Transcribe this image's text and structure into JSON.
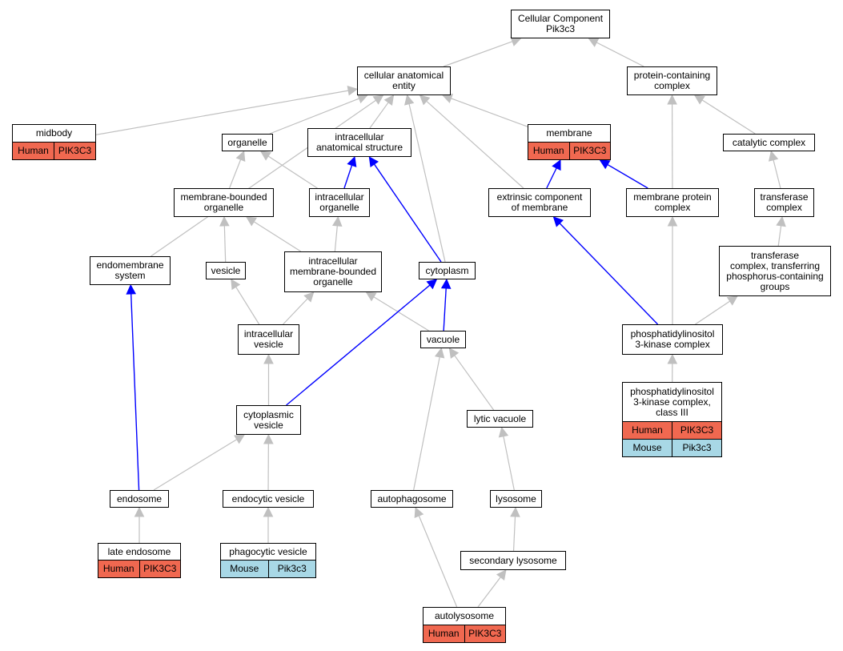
{
  "colors": {
    "is_a": "#c0c0c0",
    "part_of": "#0000ff",
    "human": "#f06850",
    "mouse": "#a8d8e6"
  },
  "nodes": {
    "root": {
      "label": "Cellular Component\nPik3c3"
    },
    "cae": {
      "label": "cellular anatomical\nentity"
    },
    "pcc": {
      "label": "protein-containing\ncomplex"
    },
    "midbody": {
      "label": "midbody",
      "annotations": [
        {
          "species": "Human",
          "gene": "PIK3C3"
        }
      ]
    },
    "organelle": {
      "label": "organelle"
    },
    "ias": {
      "label": "intracellular\nanatomical structure"
    },
    "membrane": {
      "label": "membrane",
      "annotations": [
        {
          "species": "Human",
          "gene": "PIK3C3"
        }
      ]
    },
    "catcomplex": {
      "label": "catalytic complex"
    },
    "mbo": {
      "label": "membrane-bounded\norganelle"
    },
    "io": {
      "label": "intracellular\norganelle"
    },
    "ecm": {
      "label": "extrinsic component\nof membrane"
    },
    "mpc": {
      "label": "membrane protein\ncomplex"
    },
    "tc": {
      "label": "transferase\ncomplex"
    },
    "ems": {
      "label": "endomembrane\nsystem"
    },
    "vesicle": {
      "label": "vesicle"
    },
    "imbo": {
      "label": "intracellular\nmembrane-bounded\norganelle"
    },
    "cytoplasm": {
      "label": "cytoplasm"
    },
    "tcp": {
      "label": "transferase\ncomplex, transferring\nphosphorus-containing\ngroups"
    },
    "iv": {
      "label": "intracellular\nvesicle"
    },
    "vacuole": {
      "label": "vacuole"
    },
    "pi3k": {
      "label": "phosphatidylinositol\n3-kinase complex"
    },
    "cv": {
      "label": "cytoplasmic\nvesicle"
    },
    "lv": {
      "label": "lytic vacuole"
    },
    "pi3k3": {
      "label": "phosphatidylinositol\n3-kinase complex,\nclass III",
      "annotations": [
        {
          "species": "Human",
          "gene": "PIK3C3"
        },
        {
          "species": "Mouse",
          "gene": "Pik3c3"
        }
      ]
    },
    "endosome": {
      "label": "endosome"
    },
    "ecv": {
      "label": "endocytic vesicle"
    },
    "autophagosome": {
      "label": "autophagosome"
    },
    "lysosome": {
      "label": "lysosome"
    },
    "le": {
      "label": "late endosome",
      "annotations": [
        {
          "species": "Human",
          "gene": "PIK3C3"
        }
      ]
    },
    "phv": {
      "label": "phagocytic vesicle",
      "annotations": [
        {
          "species": "Mouse",
          "gene": "Pik3c3"
        }
      ]
    },
    "sl": {
      "label": "secondary lysosome"
    },
    "autolysosome": {
      "label": "autolysosome",
      "annotations": [
        {
          "species": "Human",
          "gene": "PIK3C3"
        }
      ]
    }
  },
  "edges": [
    {
      "from": "cae",
      "to": "root",
      "type": "is_a"
    },
    {
      "from": "pcc",
      "to": "root",
      "type": "is_a"
    },
    {
      "from": "midbody",
      "to": "cae",
      "type": "is_a"
    },
    {
      "from": "organelle",
      "to": "cae",
      "type": "is_a"
    },
    {
      "from": "ias",
      "to": "cae",
      "type": "is_a"
    },
    {
      "from": "membrane",
      "to": "cae",
      "type": "is_a"
    },
    {
      "from": "ems",
      "to": "cae",
      "type": "is_a"
    },
    {
      "from": "cytoplasm",
      "to": "cae",
      "type": "is_a"
    },
    {
      "from": "ecm",
      "to": "cae",
      "type": "is_a"
    },
    {
      "from": "catcomplex",
      "to": "pcc",
      "type": "is_a"
    },
    {
      "from": "mpc",
      "to": "pcc",
      "type": "is_a"
    },
    {
      "from": "mbo",
      "to": "organelle",
      "type": "is_a"
    },
    {
      "from": "io",
      "to": "organelle",
      "type": "is_a"
    },
    {
      "from": "io",
      "to": "ias",
      "type": "part_of"
    },
    {
      "from": "cytoplasm",
      "to": "ias",
      "type": "part_of"
    },
    {
      "from": "ecm",
      "to": "membrane",
      "type": "part_of"
    },
    {
      "from": "mpc",
      "to": "membrane",
      "type": "part_of"
    },
    {
      "from": "tc",
      "to": "catcomplex",
      "type": "is_a"
    },
    {
      "from": "vesicle",
      "to": "mbo",
      "type": "is_a"
    },
    {
      "from": "imbo",
      "to": "mbo",
      "type": "is_a"
    },
    {
      "from": "imbo",
      "to": "io",
      "type": "is_a"
    },
    {
      "from": "tcp",
      "to": "tc",
      "type": "is_a"
    },
    {
      "from": "iv",
      "to": "vesicle",
      "type": "is_a"
    },
    {
      "from": "iv",
      "to": "imbo",
      "type": "is_a"
    },
    {
      "from": "vacuole",
      "to": "imbo",
      "type": "is_a"
    },
    {
      "from": "vacuole",
      "to": "cytoplasm",
      "type": "part_of"
    },
    {
      "from": "cv",
      "to": "cytoplasm",
      "type": "part_of"
    },
    {
      "from": "pi3k",
      "to": "ecm",
      "type": "part_of"
    },
    {
      "from": "pi3k",
      "to": "mpc",
      "type": "is_a"
    },
    {
      "from": "pi3k",
      "to": "tcp",
      "type": "is_a"
    },
    {
      "from": "cv",
      "to": "iv",
      "type": "is_a"
    },
    {
      "from": "lv",
      "to": "vacuole",
      "type": "is_a"
    },
    {
      "from": "autophagosome",
      "to": "vacuole",
      "type": "is_a"
    },
    {
      "from": "pi3k3",
      "to": "pi3k",
      "type": "is_a"
    },
    {
      "from": "endosome",
      "to": "cv",
      "type": "is_a"
    },
    {
      "from": "endosome",
      "to": "ems",
      "type": "part_of"
    },
    {
      "from": "ecv",
      "to": "cv",
      "type": "is_a"
    },
    {
      "from": "lysosome",
      "to": "lv",
      "type": "is_a"
    },
    {
      "from": "le",
      "to": "endosome",
      "type": "is_a"
    },
    {
      "from": "phv",
      "to": "ecv",
      "type": "is_a"
    },
    {
      "from": "sl",
      "to": "lysosome",
      "type": "is_a"
    },
    {
      "from": "autolysosome",
      "to": "autophagosome",
      "type": "is_a"
    },
    {
      "from": "autolysosome",
      "to": "sl",
      "type": "is_a"
    }
  ]
}
